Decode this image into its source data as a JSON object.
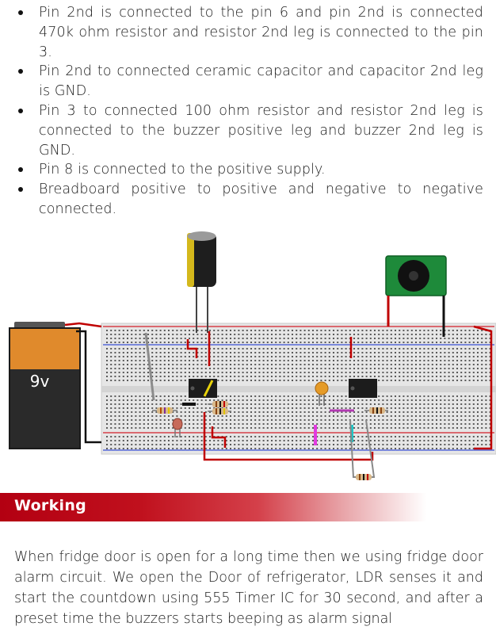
{
  "bullets": [
    "Pin 2nd is connected to the pin 6 and pin 2nd is connected 470k ohm resistor and resistor 2nd leg is connected to the pin 3.",
    "Pin 2nd to connected ceramic capacitor and capacitor 2nd leg is GND.",
    "Pin 3 to connected 100 ohm resistor and resistor 2nd leg is connected to the buzzer positive leg and buzzer 2nd leg is GND.",
    "Pin 8 is connected to the positive supply.",
    "Breadboard positive to positive and negative to negative connected."
  ],
  "diagram": {
    "battery_label": "9v"
  },
  "section": {
    "title": "Working"
  },
  "paragraph": "When fridge door is open for a long time then we using fridge door alarm circuit. We open the Door of refrigerator, LDR senses it and start the countdown using 555 Timer IC for 30 second, and after a preset time the buzzers starts beeping as alarm signal",
  "colors": {
    "accent": "#b30012",
    "rail_red": "#d21f2b",
    "rail_blue": "#3a4fd6",
    "battery_orange": "#e08a2c",
    "battery_black": "#2a2a2a",
    "buzzer_green": "#1e8a3a",
    "wire_red": "#c00000",
    "wire_black": "#111111"
  }
}
